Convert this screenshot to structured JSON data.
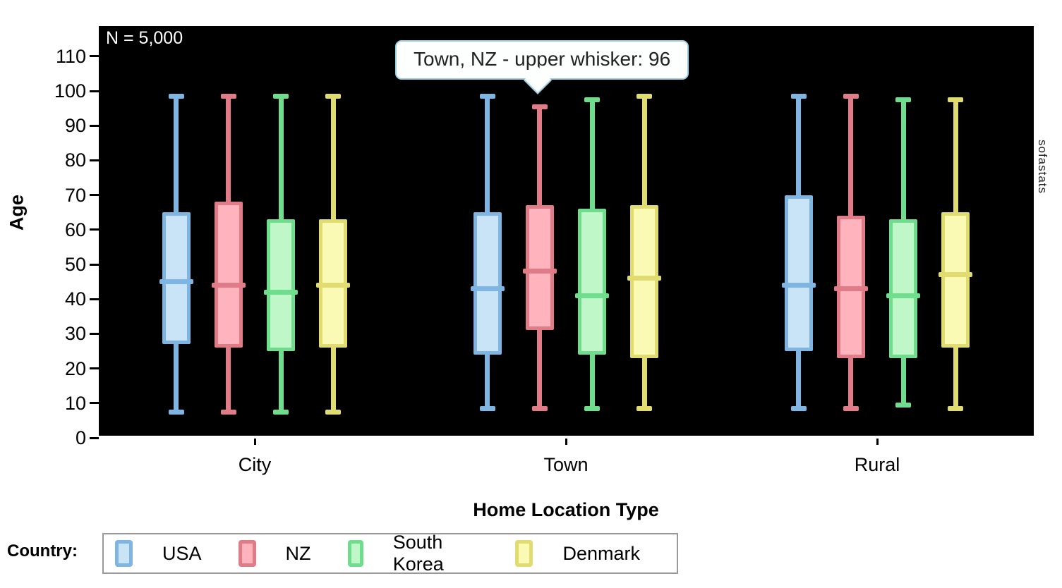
{
  "annotation": {
    "n_label": "N = 5,000"
  },
  "tooltip": {
    "text": "Town, NZ - upper whisker: 96"
  },
  "watermark": "sofastats",
  "axes": {
    "y_label": "Age",
    "x_label": "Home Location Type",
    "y_ticks": [
      0,
      10,
      20,
      30,
      40,
      50,
      60,
      70,
      80,
      90,
      100,
      110
    ],
    "x_categories": [
      "City",
      "Town",
      "Rural"
    ]
  },
  "legend": {
    "title": "Country:",
    "items": [
      {
        "label": "USA",
        "border": "#7EB5E3",
        "fill": "#CAE4F7"
      },
      {
        "label": "NZ",
        "border": "#E07C87",
        "fill": "#FFB3BC"
      },
      {
        "label": "South Korea",
        "border": "#6FDD8B",
        "fill": "#BFF7C8"
      },
      {
        "label": "Denmark",
        "border": "#E0DC6F",
        "fill": "#FAFAB4"
      }
    ]
  },
  "chart_data": {
    "type": "boxplot",
    "title": "",
    "xlabel": "Home Location Type",
    "ylabel": "Age",
    "ylim": [
      0,
      118
    ],
    "grid": false,
    "plot_background": "#000000",
    "legend_position": "bottom",
    "categories": [
      "City",
      "Town",
      "Rural"
    ],
    "series": [
      {
        "name": "USA",
        "border": "#7EB5E3",
        "fill": "#CAE4F7",
        "boxes": [
          {
            "category": "City",
            "low": 7,
            "q1": 27,
            "median": 45,
            "q3": 65,
            "high": 99
          },
          {
            "category": "Town",
            "low": 8,
            "q1": 24,
            "median": 43,
            "q3": 65,
            "high": 99
          },
          {
            "category": "Rural",
            "low": 8,
            "q1": 25,
            "median": 44,
            "q3": 70,
            "high": 99
          }
        ]
      },
      {
        "name": "NZ",
        "border": "#E07C87",
        "fill": "#FFB3BC",
        "boxes": [
          {
            "category": "City",
            "low": 7,
            "q1": 26,
            "median": 44,
            "q3": 68,
            "high": 99
          },
          {
            "category": "Town",
            "low": 8,
            "q1": 31,
            "median": 48,
            "q3": 67,
            "high": 96
          },
          {
            "category": "Rural",
            "low": 8,
            "q1": 23,
            "median": 43,
            "q3": 64,
            "high": 99
          }
        ]
      },
      {
        "name": "South Korea",
        "border": "#6FDD8B",
        "fill": "#BFF7C8",
        "boxes": [
          {
            "category": "City",
            "low": 7,
            "q1": 25,
            "median": 42,
            "q3": 63,
            "high": 99
          },
          {
            "category": "Town",
            "low": 8,
            "q1": 24,
            "median": 41,
            "q3": 66,
            "high": 98
          },
          {
            "category": "Rural",
            "low": 9,
            "q1": 23,
            "median": 41,
            "q3": 63,
            "high": 98
          }
        ]
      },
      {
        "name": "Denmark",
        "border": "#E0DC6F",
        "fill": "#FAFAB4",
        "boxes": [
          {
            "category": "City",
            "low": 7,
            "q1": 26,
            "median": 44,
            "q3": 63,
            "high": 99
          },
          {
            "category": "Town",
            "low": 8,
            "q1": 23,
            "median": 46,
            "q3": 67,
            "high": 99
          },
          {
            "category": "Rural",
            "low": 8,
            "q1": 26,
            "median": 47,
            "q3": 65,
            "high": 98
          }
        ]
      }
    ]
  }
}
